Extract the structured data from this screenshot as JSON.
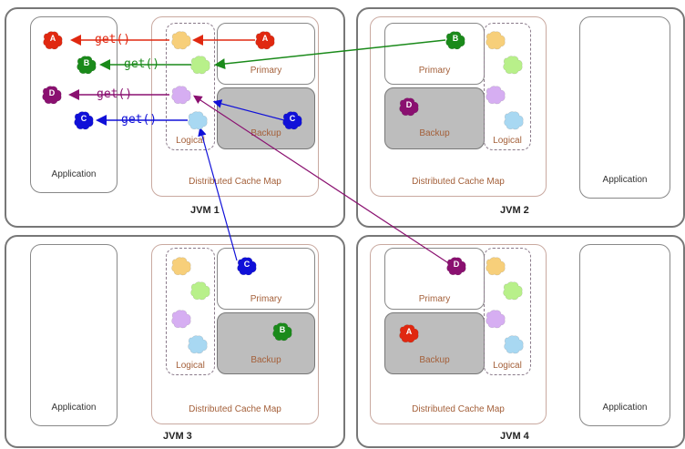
{
  "colors": {
    "A": "#e02810",
    "B": "#1a8a1a",
    "C": "#1010d8",
    "D": "#8a1070",
    "logical_A": "#f7cf7a",
    "logical_B": "#b8f08a",
    "logical_D": "#d6aef2",
    "logical_C": "#a8d8f2"
  },
  "jvms": [
    {
      "label": "JVM 1",
      "application": "Application",
      "cache": "Distributed Cache Map",
      "primary": "Primary",
      "backup": "Backup",
      "logical": "Logical"
    },
    {
      "label": "JVM 2",
      "application": "Application",
      "cache": "Distributed Cache Map",
      "primary": "Primary",
      "backup": "Backup",
      "logical": "Logical"
    },
    {
      "label": "JVM 3",
      "application": "Application",
      "cache": "Distributed Cache Map",
      "primary": "Primary",
      "backup": "Backup",
      "logical": "Logical"
    },
    {
      "label": "JVM 4",
      "application": "Application",
      "cache": "Distributed Cache Map",
      "primary": "Primary",
      "backup": "Backup",
      "logical": "Logical"
    }
  ],
  "calls": [
    {
      "key": "A",
      "label": "get()"
    },
    {
      "key": "B",
      "label": "get()"
    },
    {
      "key": "D",
      "label": "get()"
    },
    {
      "key": "C",
      "label": "get()"
    }
  ],
  "blob_letters": {
    "A": "A",
    "B": "B",
    "C": "C",
    "D": "D"
  }
}
